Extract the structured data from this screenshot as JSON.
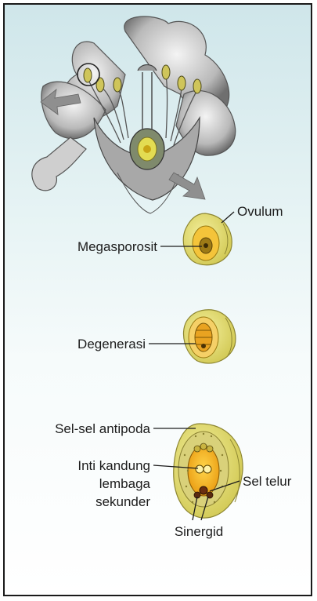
{
  "labels": {
    "ovulum": "Ovulum",
    "megasporosit": "Megasporosit",
    "degenerasi": "Degenerasi",
    "antipoda": "Sel-sel antipoda",
    "inti_line1": "Inti kandung",
    "inti_line2": "lembaga",
    "inti_line3": "sekunder",
    "sel_telur": "Sel telur",
    "sinergid": "Sinergid"
  },
  "colors": {
    "frame_border": "#1a1a1a",
    "background_top": "#cfe6ea",
    "ovule_yellow": "#e8e27a",
    "embryo_sac": "#f2b21e",
    "flower_gray": "#8a8a8a"
  }
}
